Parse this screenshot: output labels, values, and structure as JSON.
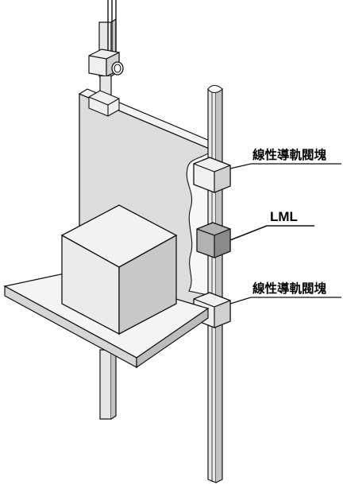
{
  "callouts": {
    "top_block": "線性導軌閥塊",
    "lml": "LML",
    "bottom_block": "線性導軌閥塊"
  },
  "colors": {
    "outline": "#111111",
    "panel": "#dcdcdc",
    "cube_top": "#f2f2f2",
    "cube_front": "#ebebeb",
    "cube_side": "#c8c8c8",
    "lml_block": "#8a8a8a"
  }
}
